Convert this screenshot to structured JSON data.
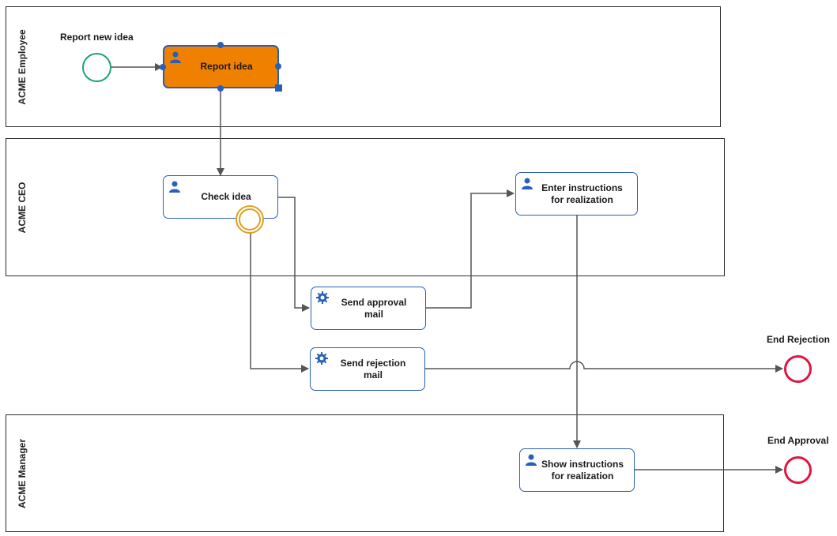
{
  "lanes": {
    "employee": "ACME Employee",
    "ceo": "ACME CEO",
    "manager": "ACME Manager"
  },
  "tasks": {
    "report_idea": {
      "label": "Report idea",
      "icon": "user-icon",
      "selected": true
    },
    "check_idea": {
      "label": "Check idea",
      "icon": "user-icon"
    },
    "enter_instructions": {
      "label": "Enter instructions\nfor realization",
      "icon": "user-icon"
    },
    "send_approval": {
      "label": "Send approval\nmail",
      "icon": "gear-icon"
    },
    "send_rejection": {
      "label": "Send rejection\nmail",
      "icon": "gear-icon"
    },
    "show_instructions": {
      "label": "Show instructions\nfor realization",
      "icon": "user-icon"
    }
  },
  "events": {
    "start": {
      "label": "Report new idea",
      "type": "start"
    },
    "timer": {
      "type": "boundary"
    },
    "end_rejection": {
      "label": "End Rejection",
      "type": "end"
    },
    "end_approval": {
      "label": "End Approval",
      "type": "end"
    }
  },
  "colors": {
    "task_border": "#2a5fb8",
    "selected_fill": "#f08000",
    "start_event": "#1aa37a",
    "end_event": "#e0163f",
    "boundary_event": "#e0a020",
    "flow": "#555555"
  }
}
